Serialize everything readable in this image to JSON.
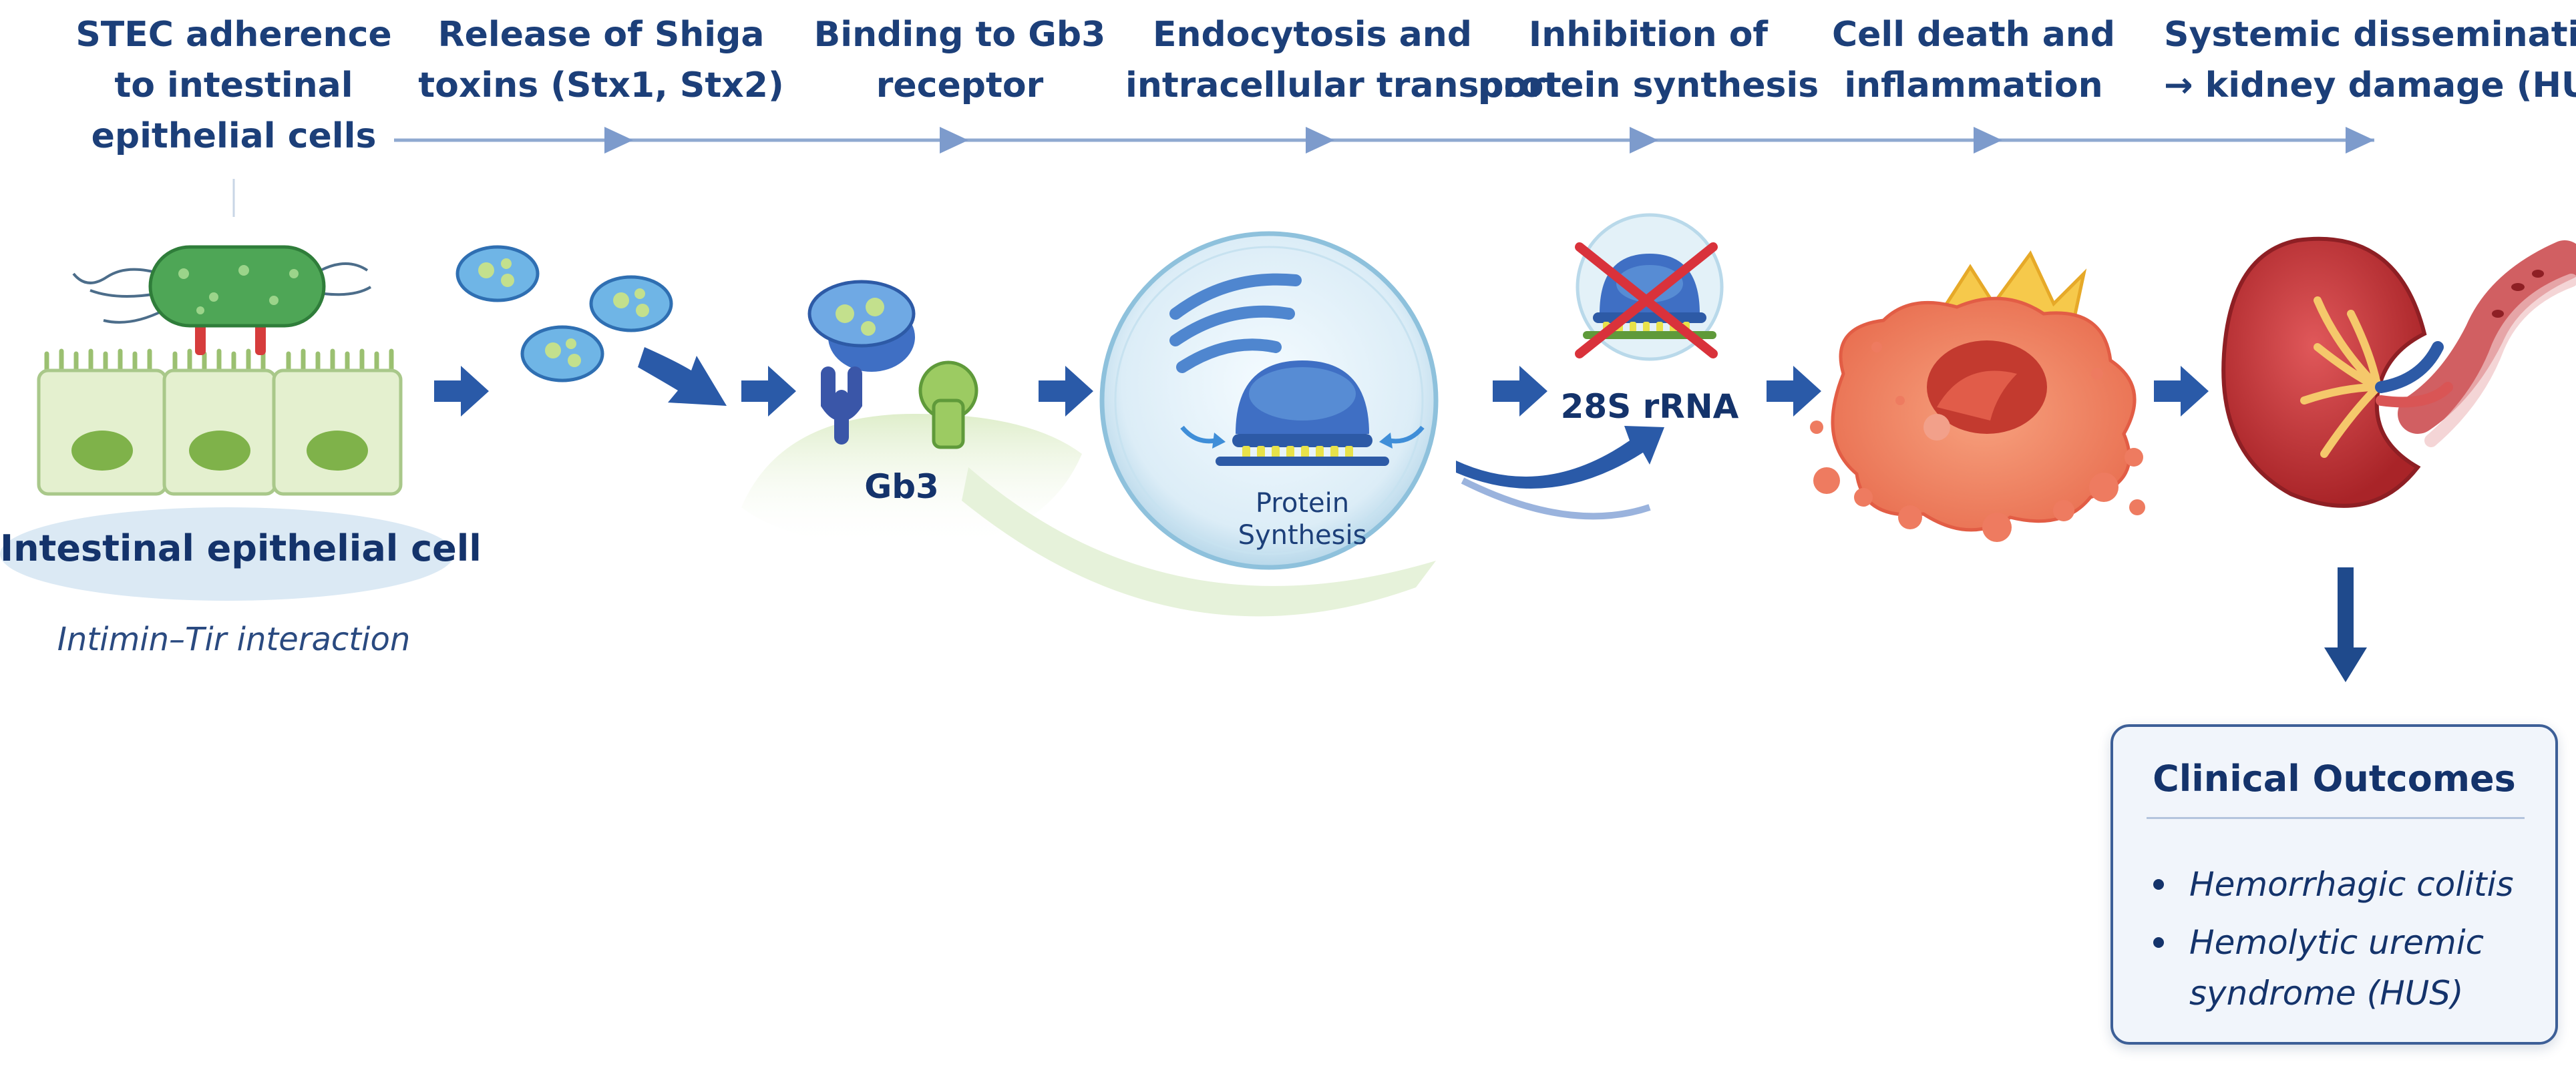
{
  "steps": [
    {
      "lines": [
        "STEC adherence",
        "to intestinal",
        "epithelial cells"
      ]
    },
    {
      "lines": [
        "Release of Shiga",
        "toxins (Stx1, Stx2)"
      ]
    },
    {
      "lines": [
        "Binding to Gb3",
        "receptor"
      ]
    },
    {
      "lines": [
        "Endocytosis and",
        "intracellular transport"
      ]
    },
    {
      "lines": [
        "Inhibition of",
        "protein synthesis"
      ]
    },
    {
      "lines": [
        "Cell death and",
        "inflammation"
      ]
    },
    {
      "lines": [
        "Systemic dissemination",
        "→ kidney damage (HUS)"
      ]
    }
  ],
  "labels": {
    "intestinal_cell": "Intestinal epithelial cell",
    "intimin_tir": "Intimin–Tir interaction",
    "gb3": "Gb3",
    "protein_synthesis": [
      "Protein",
      "Synthesis"
    ],
    "rrna": "28S rRNA"
  },
  "outcomes": {
    "title": "Clinical Outcomes",
    "items": [
      {
        "lines": [
          "Hemorrhagic colitis"
        ]
      },
      {
        "lines": [
          "Hemolytic uremic",
          "syndrome (HUS)"
        ]
      }
    ]
  },
  "colors": {
    "title_text": "#1c3f79",
    "timeline": "#8fa9d0",
    "arrow": "#2a5aa8",
    "bacterium": "#4ea656",
    "cells": "#e4f0cf",
    "nucleus": "#7fb24a",
    "toxin": "#6fb5e6",
    "ribosome": "#3f6fc4",
    "inhibition_x": "#d9323b",
    "necrotic_cell": "#ef7e5d",
    "kidney": "#c8373a"
  }
}
